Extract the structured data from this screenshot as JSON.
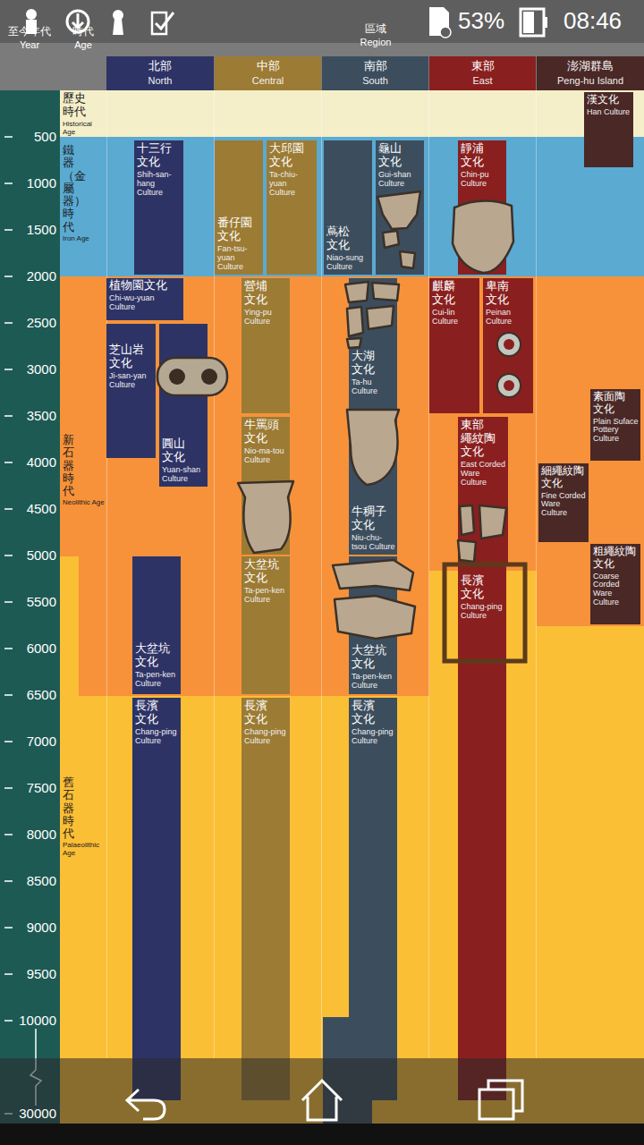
{
  "diagram": {
    "nodes": [
      {
        "text": [
          "北部",
          "North"
        ]
      },
      {
        "text": [
          "中部",
          "Central"
        ]
      },
      {
        "text": [
          "南部",
          "South"
        ]
      },
      {
        "text": [
          "東部",
          "East"
        ]
      },
      {
        "text": [
          "澎湖群島",
          "Peng-hu Island"
        ]
      },
      {
        "text": [
          "歷史 時代",
          "Historical Age"
        ]
      },
      {
        "text": [
          "鐵器（金屬器）時代",
          "Iron Age"
        ]
      },
      {
        "text": [
          "新石器時代",
          "Neolithic Age"
        ]
      },
      {
        "text": [
          "舊石器時代",
          "Palaeolithic Age"
        ]
      },
      {
        "text": [
          "十三行 文化",
          "Shih-san-hang Culture"
        ]
      },
      {
        "text": [
          "植物園文化",
          "Chi-wu-yuan Culture"
        ]
      },
      {
        "text": [
          "芝山岩 文化",
          "Ji-san-yan Culture"
        ]
      },
      {
        "text": [
          "圓山 文化",
          "Yuan-shan Culture"
        ]
      },
      {
        "text": [
          "大坌坑 文化",
          "Ta-pen-ken Culture"
        ]
      },
      {
        "text": [
          "長濱 文化",
          "Chang-ping Culture"
        ]
      },
      {
        "text": [
          "番仔園 文化",
          "Fan-tsu-yuan Culture"
        ]
      },
      {
        "text": [
          "大邱園 文化",
          "Ta-chiu-yuan Culture"
        ]
      },
      {
        "text": [
          "營埔 文化",
          "Ying-pu Culture"
        ]
      },
      {
        "text": [
          "牛罵頭 文化",
          "Nio-ma-tou Culture"
        ]
      },
      {
        "text": [
          "大坌坑 文化",
          "Ta-pen-ken Culture"
        ]
      },
      {
        "text": [
          "長濱 文化",
          "Chang-ping Culture"
        ]
      },
      {
        "text": [
          "蔦松 文化",
          "Niao-sung Culture"
        ]
      },
      {
        "text": [
          "龜山 文化",
          "Gui-shan Culture"
        ]
      },
      {
        "text": [
          "大湖 文化",
          "Ta-hu Culture"
        ]
      },
      {
        "text": [
          "牛稠子 文化",
          "Niu-chu-tsou Culture"
        ]
      },
      {
        "text": [
          "大坌坑 文化",
          "Ta-pen-ken Culture"
        ]
      },
      {
        "text": [
          "長濱 文化",
          "Chang-ping Culture"
        ]
      },
      {
        "text": [
          "靜浦 文化",
          "Chin-pu Culture"
        ]
      },
      {
        "text": [
          "麒麟 文化",
          "Cui-lin Culture"
        ]
      },
      {
        "text": [
          "卑南 文化",
          "Peinan Culture"
        ]
      },
      {
        "text": [
          "東部 繩紋陶 文化",
          "East Corded Ware Culture"
        ]
      },
      {
        "text": [
          "長濱 文化",
          "Chang-ping Culture"
        ]
      },
      {
        "text": [
          "漢文化",
          "Han Culture"
        ]
      },
      {
        "text": [
          "素面陶 文化",
          "Plain Suface Pottery Culture"
        ]
      },
      {
        "text": [
          "細繩紋陶 文化",
          "Fine Corded Ware Culture"
        ]
      },
      {
        "text": [
          "粗繩紋陶 文化",
          "Coarse Corded Ware Culture"
        ]
      }
    ],
    "labels": [
      "至今年代",
      "Year",
      "時代",
      "Age",
      "區域",
      "Region",
      "500",
      "1000",
      "1500",
      "2000",
      "2500",
      "3000",
      "3500",
      "4000",
      "4500",
      "5000",
      "5500",
      "6000",
      "6500",
      "7000",
      "7500",
      "8000",
      "8500",
      "9000",
      "9500",
      "10000",
      "30000",
      "53%",
      "08:46"
    ]
  }
}
